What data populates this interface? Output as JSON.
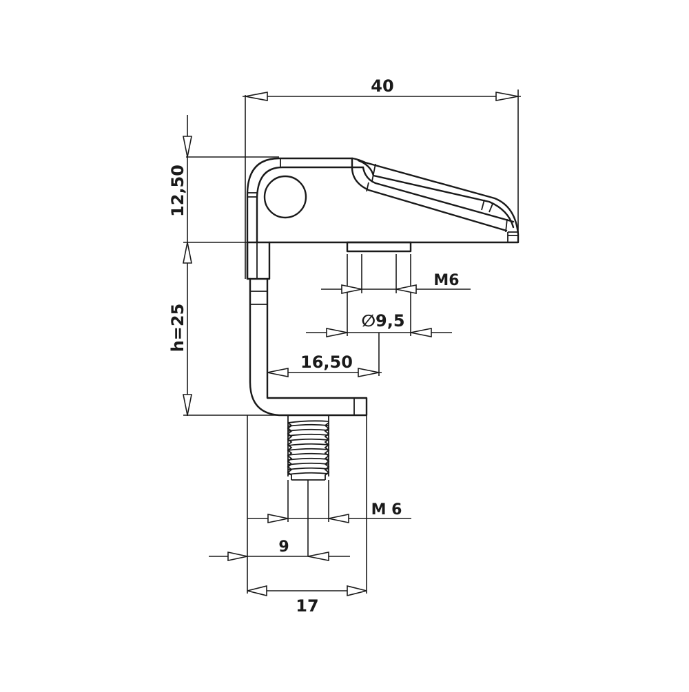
{
  "drawing": {
    "subject": "Bent bracket with M6 threaded stud",
    "colors": {
      "line": "#1a1a1a",
      "background": "#ffffff"
    },
    "dimensions": {
      "overall_width": "40",
      "head_height": "12,50",
      "height": "h=25",
      "top_thread": "M6",
      "boss_diameter": "∅9,5",
      "offset": "16,50",
      "bottom_thread": "M 6",
      "stud_position": "9",
      "base_width": "17"
    }
  }
}
